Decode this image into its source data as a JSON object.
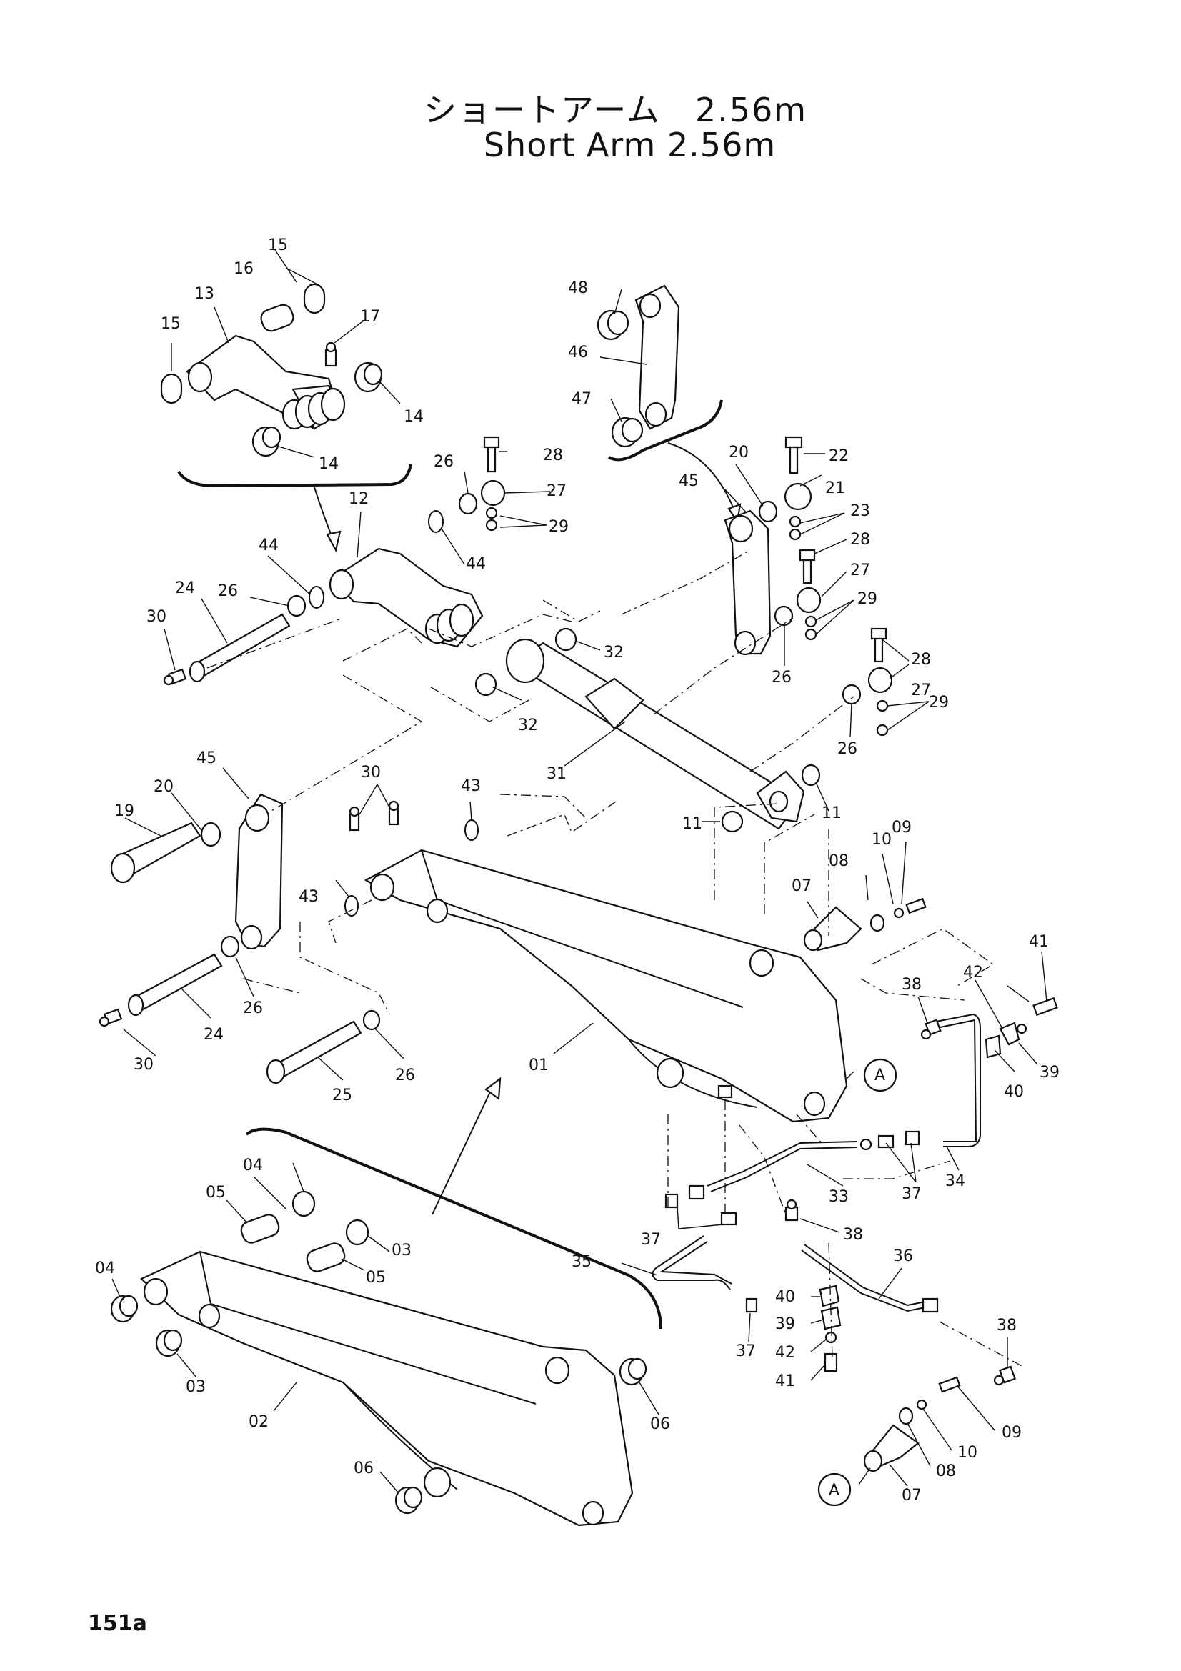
{
  "title": {
    "japanese": "ショートアーム　2.56m",
    "english": "Short Arm 2.56m"
  },
  "page_number": "151a",
  "labels": {
    "p01": "01",
    "p02": "02",
    "p03a": "03",
    "p03b": "03",
    "p04a": "04",
    "p04b": "04",
    "p05a": "05",
    "p05b": "05",
    "p06a": "06",
    "p06b": "06",
    "p07a": "07",
    "p07b": "07",
    "p08a": "08",
    "p08b": "08",
    "p09a": "09",
    "p09b": "09",
    "p10a": "10",
    "p10b": "10",
    "p11a": "11",
    "p11b": "11",
    "p12": "12",
    "p13": "13",
    "p14a": "14",
    "p14b": "14",
    "p15a": "15",
    "p15b": "15",
    "p16": "16",
    "p17": "17",
    "p19": "19",
    "p20a": "20",
    "p20b": "20",
    "p21": "21",
    "p22": "22",
    "p23": "23",
    "p24a": "24",
    "p24b": "24",
    "p25": "25",
    "p26a": "26",
    "p26b": "26",
    "p26c": "26",
    "p26d": "26",
    "p26e": "26",
    "p26f": "26",
    "p27a": "27",
    "p27b": "27",
    "p27c": "27",
    "p28a": "28",
    "p28b": "28",
    "p28c": "28",
    "p29a": "29",
    "p29b": "29",
    "p29c": "29",
    "p30a": "30",
    "p30b": "30",
    "p30c": "30",
    "p31": "31",
    "p32a": "32",
    "p32b": "32",
    "p33": "33",
    "p34": "34",
    "p35": "35",
    "p36": "36",
    "p37a": "37",
    "p37b": "37",
    "p37c": "37",
    "p38a": "38",
    "p38b": "38",
    "p38c": "38",
    "p39a": "39",
    "p39b": "39",
    "p40a": "40",
    "p40b": "40",
    "p41a": "41",
    "p41b": "41",
    "p42a": "42",
    "p42b": "42",
    "p43a": "43",
    "p43b": "43",
    "p44a": "44",
    "p44b": "44",
    "p45a": "45",
    "p45b": "45",
    "p46": "46",
    "p47": "47",
    "p48": "48",
    "refA1": "A",
    "refA2": "A"
  }
}
